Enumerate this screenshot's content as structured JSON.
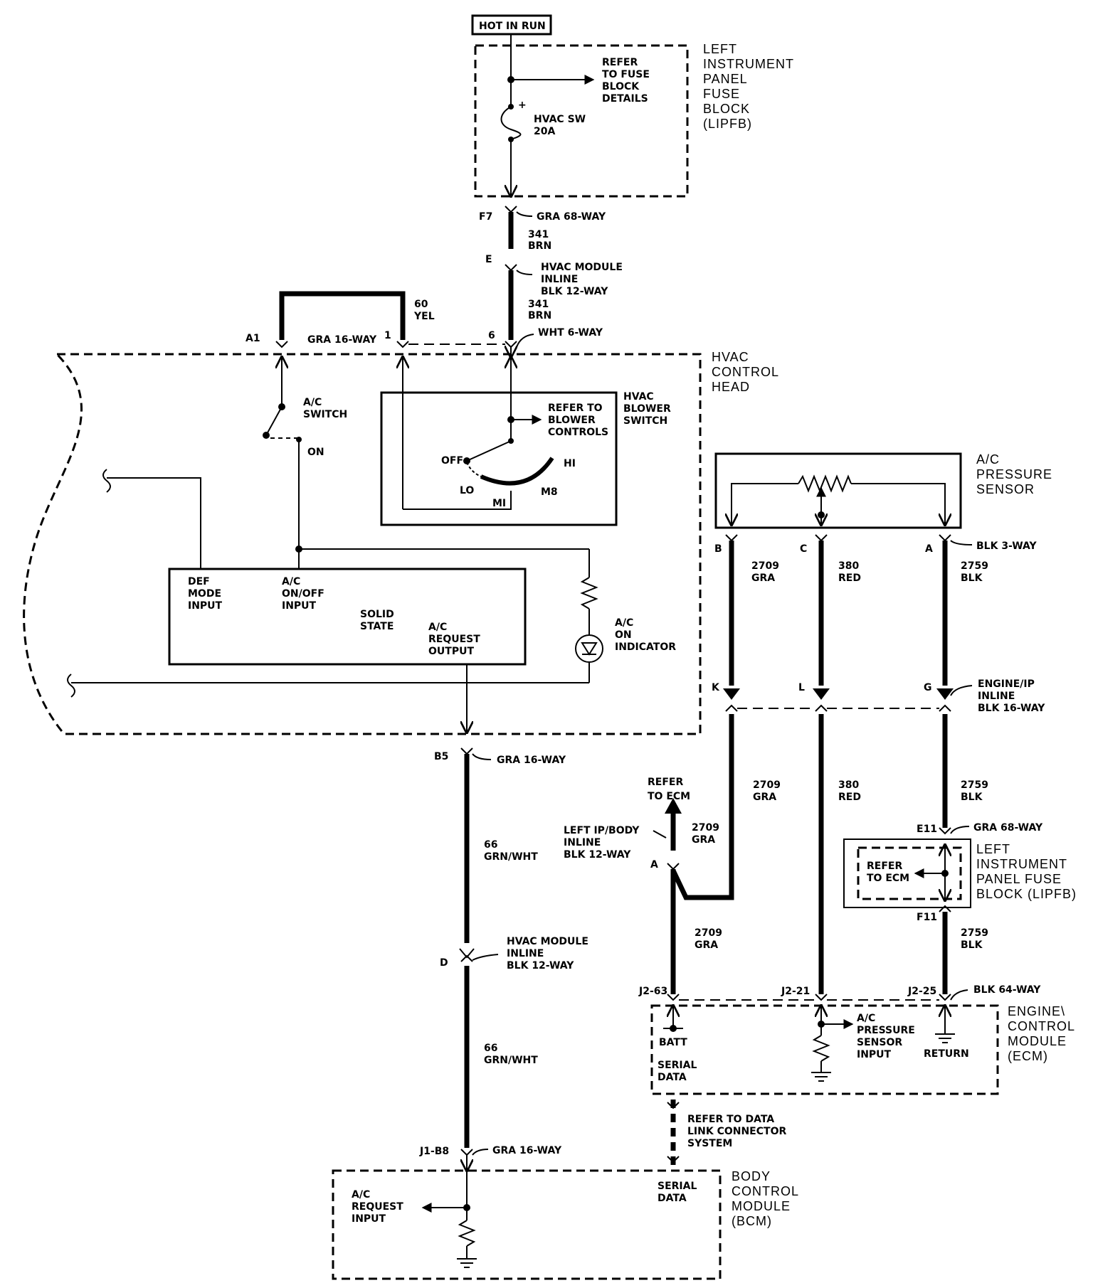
{
  "power_source": "HOT IN RUN",
  "lipfb_top": {
    "name": [
      "LEFT",
      "INSTRUMENT",
      "PANEL",
      "FUSE",
      "BLOCK",
      "(LIPFB)"
    ],
    "refer": [
      "REFER",
      "TO FUSE",
      "BLOCK",
      "DETAILS"
    ],
    "fuse": [
      "HVAC SW",
      "20A"
    ],
    "plus": "+"
  },
  "conn_f7": {
    "pin": "F7",
    "name": "GRA 68-WAY"
  },
  "wire_341_top": [
    "341",
    "BRN"
  ],
  "conn_e": {
    "pin": "E",
    "name": [
      "HVAC MODULE",
      "INLINE",
      "BLK 12-WAY"
    ]
  },
  "wire_341_bottom": [
    "341",
    "BRN"
  ],
  "wire_60": [
    "60",
    "YEL"
  ],
  "conn_top_head": {
    "pin_a1": "A1",
    "name_left": "GRA 16-WAY",
    "pin_1": "1",
    "pin_6": "6",
    "name_right": "WHT 6-WAY"
  },
  "hvac_control_head": {
    "name": [
      "HVAC",
      "CONTROL",
      "HEAD"
    ],
    "ac_switch": [
      "A/C",
      "SWITCH"
    ],
    "on": "ON",
    "blower_switch": [
      "HVAC",
      "BLOWER",
      "SWITCH"
    ],
    "refer_blower": [
      "REFER TO",
      "BLOWER",
      "CONTROLS"
    ],
    "positions": {
      "off": "OFF",
      "lo": "LO",
      "m1": "MI",
      "m2": "M8",
      "hi": "HI"
    },
    "solid_state": {
      "def": [
        "DEF",
        "MODE",
        "INPUT"
      ],
      "ac_onoff": [
        "A/C",
        "ON/OFF",
        "INPUT"
      ],
      "title": [
        "SOLID",
        "STATE"
      ],
      "request": [
        "A/C",
        "REQUEST",
        "OUTPUT"
      ]
    },
    "indicator": [
      "A/C",
      "ON",
      "INDICATOR"
    ]
  },
  "conn_b5": {
    "pin": "B5",
    "name": "GRA 16-WAY"
  },
  "wire_66_top": [
    "66",
    "GRN/WHT"
  ],
  "conn_d": {
    "pin": "D",
    "name": [
      "HVAC MODULE",
      "INLINE",
      "BLK 12-WAY"
    ]
  },
  "wire_66_bottom": [
    "66",
    "GRN/WHT"
  ],
  "conn_j1": {
    "pin": "J1-B8",
    "name": "GRA 16-WAY"
  },
  "bcm": {
    "name": [
      "BODY",
      "CONTROL",
      "MODULE",
      "(BCM)"
    ],
    "request": [
      "A/C",
      "REQUEST",
      "INPUT"
    ],
    "serial": [
      "SERIAL",
      "DATA"
    ]
  },
  "pressure_sensor": {
    "name": [
      "A/C",
      "PRESSURE",
      "SENSOR"
    ],
    "pins": {
      "b": "B",
      "c": "C",
      "a": "A"
    },
    "conn": "BLK 3-WAY"
  },
  "wire_2709_1": [
    "2709",
    "GRA"
  ],
  "wire_380_1": [
    "380",
    "RED"
  ],
  "wire_2759_1": [
    "2759",
    "BLK"
  ],
  "conn_engine_ip": {
    "pins": {
      "k": "K",
      "l": "L",
      "g": "G"
    },
    "name": [
      "ENGINE/IP",
      "INLINE",
      "BLK 16-WAY"
    ]
  },
  "wire_2709_2": [
    "2709",
    "GRA"
  ],
  "wire_380_2": [
    "380",
    "RED"
  ],
  "wire_2759_2": [
    "2759",
    "BLK"
  ],
  "refer_ecm_top": [
    "REFER",
    "TO ECM"
  ],
  "wire_2709_3": [
    "2709",
    "GRA"
  ],
  "conn_left_ip": {
    "name": [
      "LEFT IP/BODY",
      "INLINE",
      "BLK 12-WAY"
    ],
    "pin": "A"
  },
  "conn_e11": {
    "pin": "E11",
    "name": "GRA 68-WAY"
  },
  "lipfb_bottom": {
    "name": [
      "LEFT",
      "INSTRUMENT",
      "PANEL FUSE",
      "BLOCK (LIPFB)"
    ],
    "refer": [
      "REFER",
      "TO ECM"
    ]
  },
  "conn_f11": {
    "pin": "F11"
  },
  "wire_2709_4": [
    "2709",
    "GRA"
  ],
  "wire_2759_3": [
    "2759",
    "BLK"
  ],
  "conn_j2": {
    "pin_63": "J2-63",
    "pin_21": "J2-21",
    "pin_25": "J2-25",
    "name": "BLK 64-WAY"
  },
  "ecm": {
    "name": [
      "ENGINE\\",
      "CONTROL",
      "MODULE",
      "(ECM)"
    ],
    "batt": "BATT",
    "serial": [
      "SERIAL",
      "DATA"
    ],
    "pressure_input": [
      "A/C",
      "PRESSURE",
      "SENSOR",
      "INPUT"
    ],
    "return": "RETURN"
  },
  "refer_dlc": [
    "REFER TO DATA",
    "LINK CONNECTOR",
    "SYSTEM"
  ]
}
